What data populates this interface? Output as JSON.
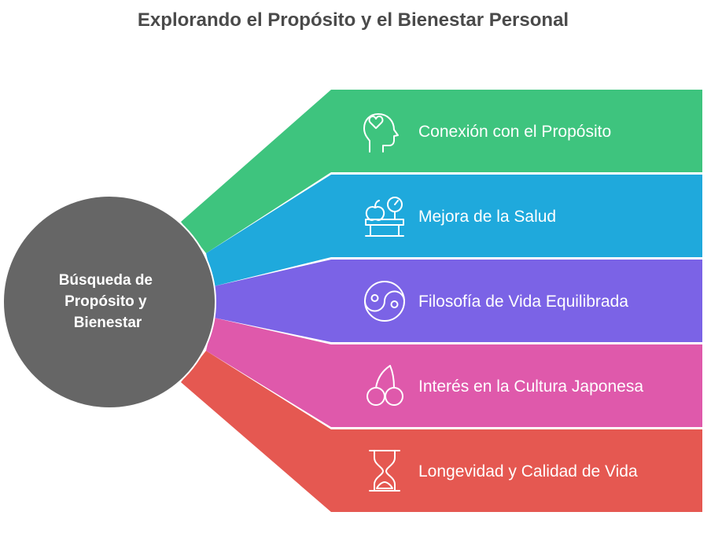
{
  "title": "Explorando el Propósito y el Bienestar Personal",
  "hub": {
    "lines": [
      "Búsqueda de",
      "Propósito y",
      "Bienestar"
    ],
    "color": "#666666"
  },
  "branches": [
    {
      "label": "Conexión con el Propósito",
      "icon": "head-heart-icon",
      "color": "#3ec47e"
    },
    {
      "label": "Mejora de la Salud",
      "icon": "scale-apple-icon",
      "color": "#1fa9dc"
    },
    {
      "label": "Filosofía de Vida Equilibrada",
      "icon": "yin-yang-icon",
      "color": "#7b63e6"
    },
    {
      "label": "Interés en la Cultura Japonesa",
      "icon": "cherry-icon",
      "color": "#df59ab"
    },
    {
      "label": "Longevidad y Calidad de Vida",
      "icon": "hourglass-icon",
      "color": "#e55851"
    }
  ]
}
